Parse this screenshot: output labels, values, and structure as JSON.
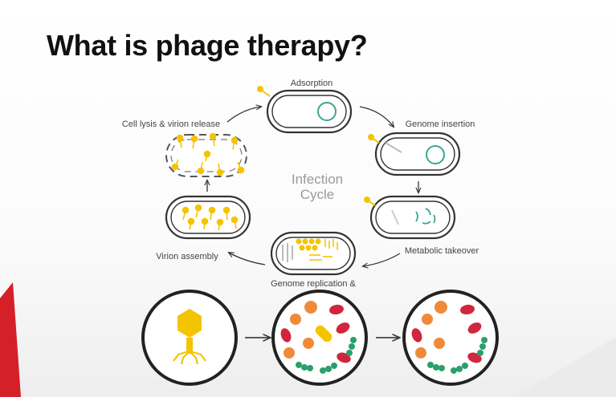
{
  "slide": {
    "title": "What is phage therapy?"
  },
  "cycle": {
    "center_line1": "Infection",
    "center_line2": "Cycle",
    "stages": {
      "adsorption": "Adsorption",
      "genome_insertion": "Genome insertion",
      "metabolic_takeover": "Metabolic takeover",
      "genome_replication": "Genome replication &",
      "virion_assembly": "Virion assembly",
      "cell_lysis": "Cell lysis & virion release"
    }
  },
  "colors": {
    "phage_yellow": "#f5c400",
    "cell_outline": "#333333",
    "genome_teal": "#3aa88f",
    "accent_red": "#d51f29",
    "orange": "#f08a3a",
    "crimson": "#d0263e",
    "green": "#2aa06a"
  }
}
